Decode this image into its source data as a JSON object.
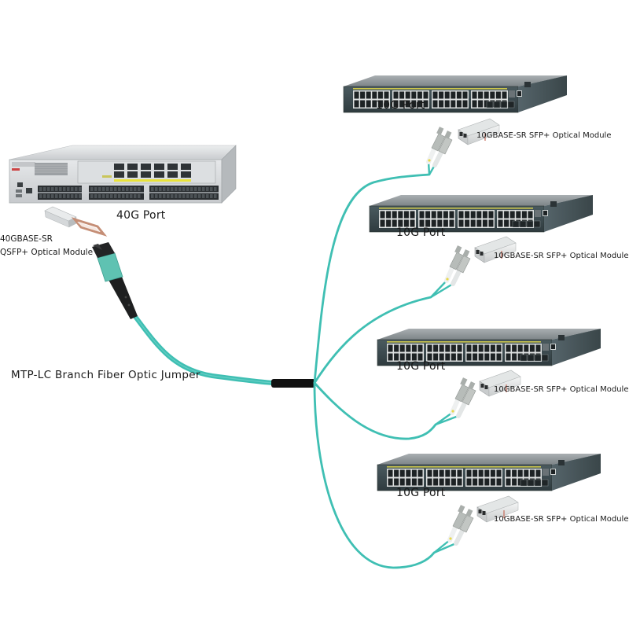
{
  "diagram": {
    "title": "MTP-LC Branch Fiber Optic Jumper",
    "colors": {
      "fiber_aqua": "#3fbfb3",
      "fiber_aqua_dark": "#2fa89c",
      "breakout_black": "#111111",
      "switch_body": "#3b4a4f",
      "switch_top": "#8f969a",
      "chassis_silver": "#d8dadc",
      "port_yellow": "#e8e23a",
      "lc_boot_gray": "#b7bcb9",
      "lc_tube": "#eef0f0",
      "lc_yellow_band": "#e8d84a",
      "mtp_aqua": "#5fc2b2"
    },
    "core_switch": {
      "port_label": "40G Port",
      "module_label_line1": "40GBASE-SR",
      "module_label_line2": "QSFP+ Optical Module"
    },
    "cable_label": "MTP-LC Branch Fiber Optic Jumper",
    "access_switches": [
      {
        "port_label": "10G Port",
        "module_label": "10GBASE-SR SFP+ Optical Module"
      },
      {
        "port_label": "10G Port",
        "module_label": "10GBASE-SR SFP+ Optical Module"
      },
      {
        "port_label": "10G Port",
        "module_label": "10GBASE-SR SFP+ Optical Module"
      },
      {
        "port_label": "10G Port",
        "module_label": "10GBASE-SR SFP+ Optical Module"
      }
    ]
  }
}
